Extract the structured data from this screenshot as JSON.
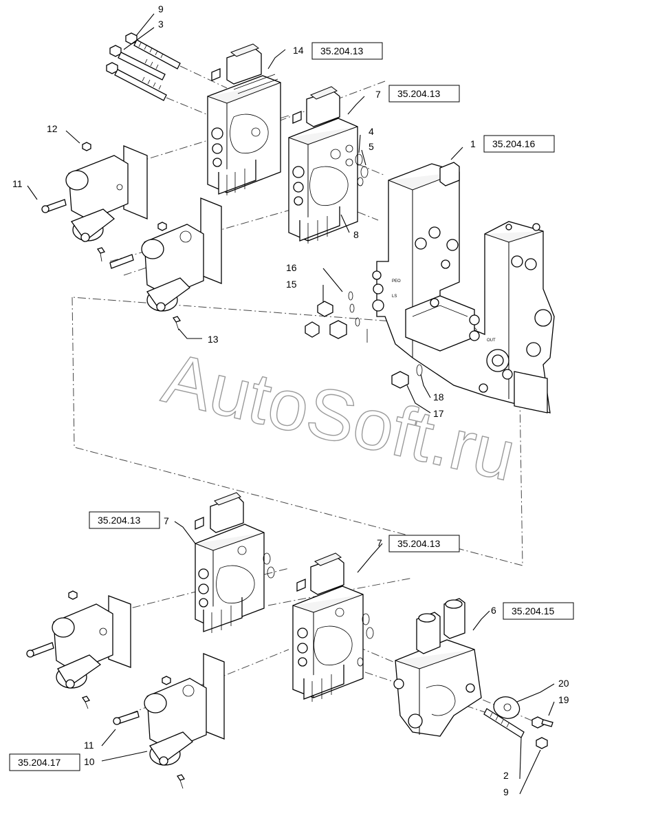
{
  "watermark": "AutoSoft.ru",
  "callouts": {
    "c9a": "9",
    "c3": "3",
    "c14": "14",
    "c7a": "7",
    "c4": "4",
    "c5": "5",
    "c1": "1",
    "c12": "12",
    "c11a": "11",
    "c8": "8",
    "c16": "16",
    "c15": "15",
    "c13": "13",
    "c18": "18",
    "c17": "17",
    "c7b": "7",
    "c7c": "7",
    "c6": "6",
    "c20": "20",
    "c19": "19",
    "c11b": "11",
    "c10": "10",
    "c2": "2",
    "c9b": "9"
  },
  "refs": {
    "r14": "35.204.13",
    "r7a": "35.204.13",
    "r1": "35.204.16",
    "r7b": "35.204.13",
    "r7c": "35.204.13",
    "r6": "35.204.15",
    "r10": "35.204.17"
  },
  "port_marks": {
    "p1": "PEO",
    "p2": "LS",
    "p3": "OUT"
  }
}
